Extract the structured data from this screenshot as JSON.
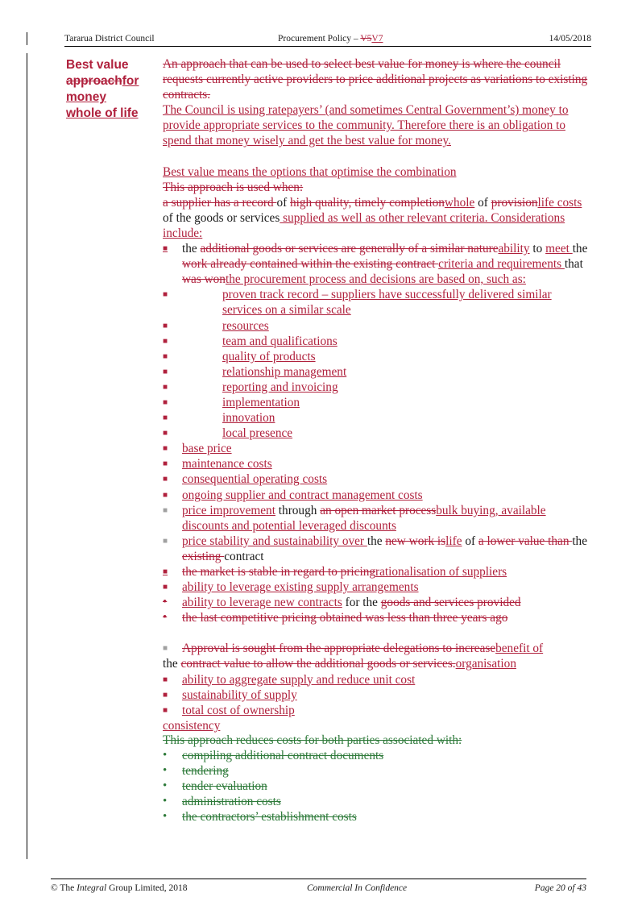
{
  "header": {
    "left": "Tararua District Council",
    "center_prefix": "Procurement Policy – ",
    "center_del": "V5",
    "center_ins": "V7",
    "right": "14/05/2018"
  },
  "sidehead": {
    "line1": "Best value",
    "del": "approach",
    "ins1": "for",
    "ins2": "money",
    "ins3": "whole of life"
  },
  "para1": {
    "del": "An approach that can be used to select best value for money is where the council requests currently active providers to price additional projects as variations to existing contracts.",
    "ins": "The Council is using ratepayers’ (and sometimes Central Government’s) money to provide appropriate services to the community.  Therefore there is an obligation to spend that money wisely and get the best value for money."
  },
  "para2": {
    "line1_ins": "Best value means the options that optimise the combination",
    "line2_del": "This approach is used when:",
    "s1_del": "a supplier has a record ",
    "s2": "of ",
    "s3_del": "high quality, timely completion",
    "s4_ins": "whole",
    "s5": " of ",
    "s6_del": "provision",
    "s7_ins": "life costs",
    "s8": " of the goods or services",
    "s9_ins": " supplied as well as other relevant criteria. Considerations include:"
  },
  "bullet_main": {
    "t1": "the ",
    "t2_del": "additional goods or services are generally of a similar nature",
    "t3_ins": "ability",
    "t4": " to ",
    "t5_ins": "meet ",
    "t6": "the ",
    "t7_del": "work already contained within the existing contract ",
    "t8_ins": "criteria and requirements ",
    "t9": "that ",
    "t10_del": "was won",
    "t11_ins": "the procurement process and decisions are based on, such as:"
  },
  "sub_bullets": [
    "proven track record – suppliers have successfully delivered similar services on a similar scale",
    "resources",
    "team and qualifications",
    "quality of products",
    "relationship management",
    "reporting and invoicing",
    "implementation",
    "innovation",
    "local presence"
  ],
  "bullets_group1": [
    "base price",
    "maintenance costs",
    "consequential operating costs",
    "ongoing supplier and contract management costs"
  ],
  "bullet_price_improvement": {
    "t1_ins": "price improvement",
    "t2": " through ",
    "t3_del": "an open market process",
    "t4_ins": "bulk buying, available discounts and potential leveraged discounts"
  },
  "bullet_price_stability": {
    "t1_ins": "price stability and sustainability over ",
    "t2": "the ",
    "t3_del": "new work is",
    "t4_ins": "life",
    "t5": " of ",
    "t6_del": "a lower value than ",
    "t7": "the ",
    "t8_del": "existing ",
    "t9": "contract"
  },
  "bullet_market": {
    "del": "the market is stable in regard to pricing",
    "ins": "rationalisation of suppliers"
  },
  "bullet_leverage_existing": "ability to leverage existing supply arrangements",
  "bullet_leverage_new": {
    "ins": "ability to leverage new contracts",
    "t2": " for the ",
    "del": "goods and services provided"
  },
  "bullet_last_competitive": "the last competitive pricing obtained was less than three years ago",
  "bullet_approval": {
    "del": "Approval is sought from the appropriate delegations to increase",
    "ins": "benefit of",
    "t3": "the ",
    "del2": "contract value to allow the additional goods or services.",
    "ins2": "organisation"
  },
  "bullets_group2": [
    "ability to aggregate supply and reduce unit cost",
    "sustainability of supply",
    "total cost of ownership"
  ],
  "consistency": "consistency",
  "reduces_costs_line": "This approach reduces costs for both parties associated with:",
  "green_bullets": [
    "compiling additional contract documents",
    "tendering",
    "tender evaluation",
    "administration costs",
    "the contractors’ establishment costs"
  ],
  "footer": {
    "left_pre": "© The ",
    "left_ital": "Integral",
    "left_post": " Group Limited, 2018",
    "center": "Commercial In Confidence",
    "right": "Page 20 of 43"
  },
  "colors": {
    "revision_red": "#b0213d",
    "revision_green": "#2e7a3a"
  }
}
